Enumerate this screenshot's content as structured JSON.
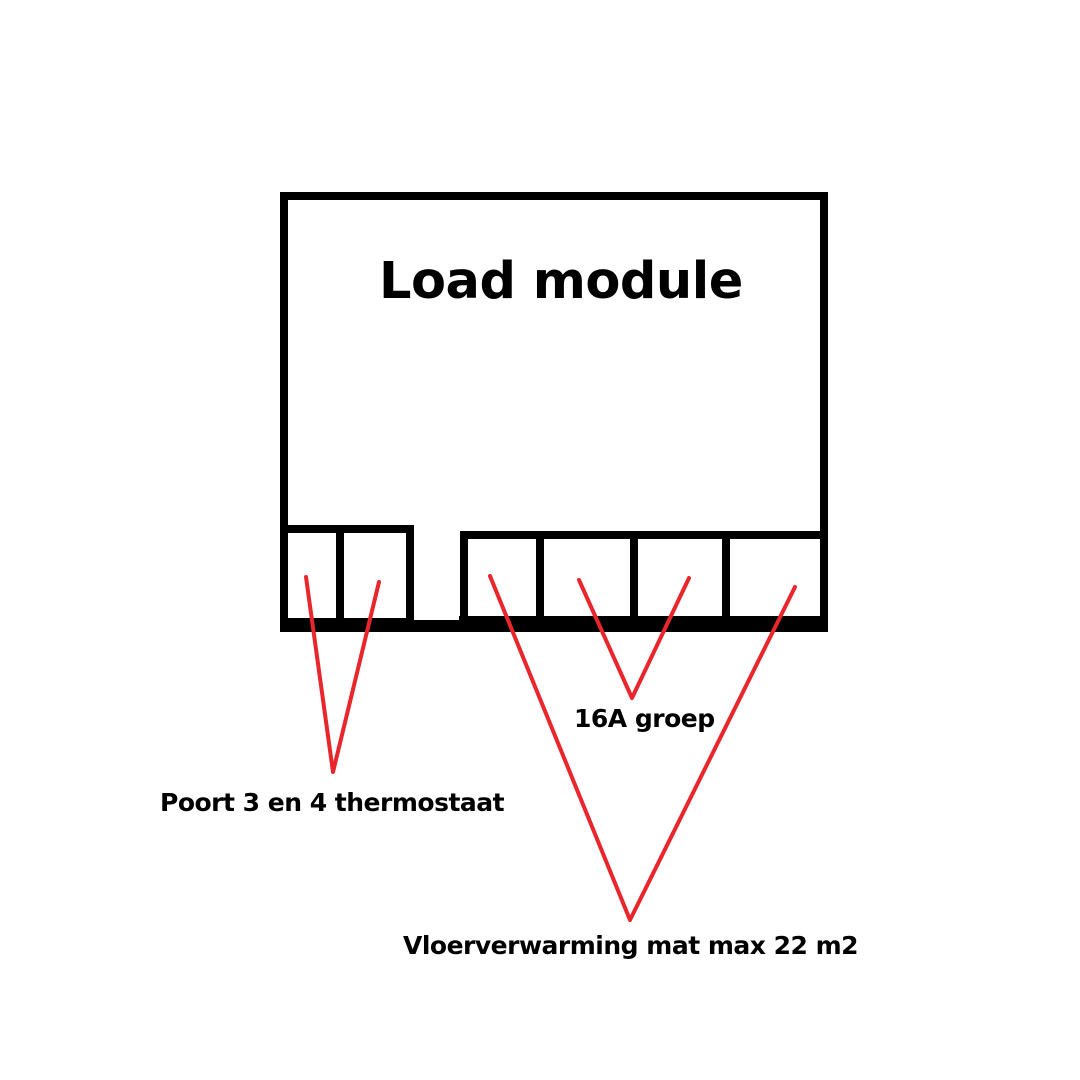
{
  "title": "Load module",
  "annotations": {
    "thermostat": "Poort 3 en 4 thermostaat",
    "group": "16A groep",
    "mat": "Vloerverwarming mat max 22 m2"
  },
  "colors": {
    "outline": "#000000",
    "arrow": "#e8262b",
    "background": "#ffffff"
  }
}
